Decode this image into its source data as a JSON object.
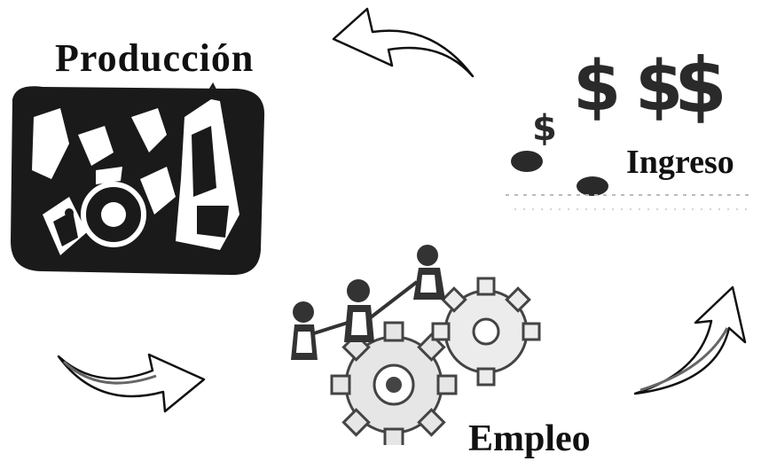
{
  "diagram": {
    "labels": {
      "produccion": "Producción",
      "ingreso": "Ingreso",
      "empleo": "Empleo"
    },
    "icons": {
      "produccion": "factory-workers-clipart",
      "ingreso": "dollar-signs-clipart",
      "empleo": "people-on-gears-clipart",
      "arrows": "curved-arrow"
    },
    "colors": {
      "ink": "#111111",
      "background": "#ffffff"
    }
  }
}
